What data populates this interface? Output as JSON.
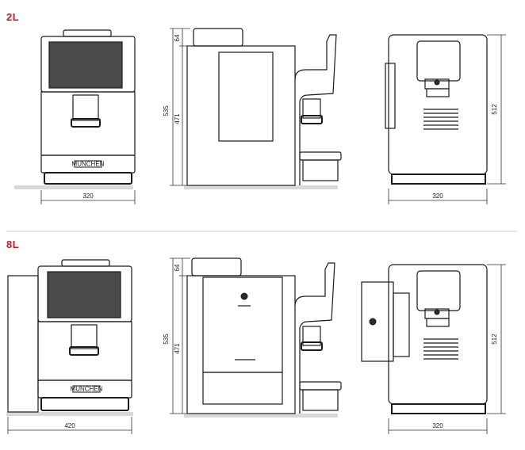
{
  "sections": [
    {
      "label": "2L",
      "front_width": "320",
      "side_height_total": "535",
      "side_height_body": "471",
      "side_height_top": "64",
      "back_height": "512",
      "back_width": "320"
    },
    {
      "label": "8L",
      "front_width": "420",
      "side_height_total": "535",
      "side_height_body": "471",
      "side_height_top": "64",
      "back_height": "512",
      "back_width": "320"
    }
  ],
  "brand_badge": "MÜNCHEN",
  "colors": {
    "section_label": "#c4172c",
    "line": "#1a1a1a",
    "screen": "#4a4a4a",
    "ground": "#d9d9d9"
  }
}
